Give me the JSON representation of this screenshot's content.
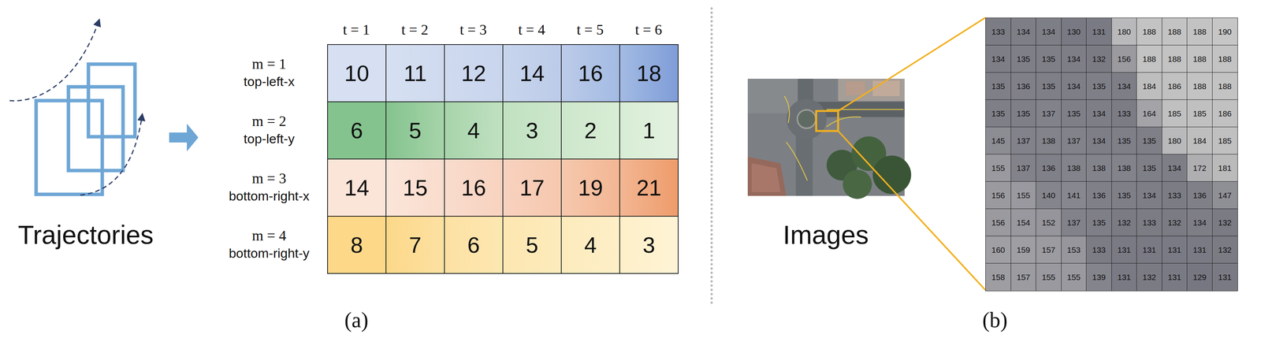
{
  "diagram": {
    "labels": [
      "Trajectories",
      "t = 1",
      "t = 2",
      "t = 3",
      "t = 4",
      "t = 5",
      "t = 6",
      "m = 1",
      "top-left-x",
      "10",
      "11",
      "12",
      "14",
      "16",
      "18",
      "m = 2",
      "top-left-y",
      "6",
      "5",
      "4",
      "3",
      "2",
      "1",
      "m = 3",
      "bottom-right-x",
      "14",
      "15",
      "16",
      "17",
      "19",
      "21",
      "m = 4",
      "bottom-right-y",
      "8",
      "7",
      "6",
      "5",
      "4",
      "3",
      "(a)",
      "Images",
      "133",
      "134",
      "134",
      "130",
      "131",
      "180",
      "188",
      "188",
      "188",
      "190",
      "134",
      "135",
      "135",
      "134",
      "132",
      "156",
      "188",
      "188",
      "188",
      "188",
      "135",
      "136",
      "135",
      "134",
      "135",
      "134",
      "184",
      "186",
      "188",
      "188",
      "135",
      "135",
      "137",
      "135",
      "134",
      "133",
      "164",
      "185",
      "185",
      "186",
      "145",
      "137",
      "138",
      "137",
      "134",
      "135",
      "135",
      "180",
      "184",
      "185",
      "155",
      "137",
      "136",
      "138",
      "138",
      "138",
      "135",
      "134",
      "172",
      "181",
      "156",
      "155",
      "140",
      "141",
      "136",
      "135",
      "134",
      "133",
      "136",
      "147",
      "156",
      "154",
      "152",
      "137",
      "135",
      "132",
      "133",
      "132",
      "134",
      "132",
      "160",
      "159",
      "157",
      "153",
      "133",
      "131",
      "131",
      "131",
      "131",
      "132",
      "158",
      "157",
      "155",
      "155",
      "139",
      "131",
      "132",
      "131",
      "129",
      "131",
      "(b)"
    ]
  }
}
